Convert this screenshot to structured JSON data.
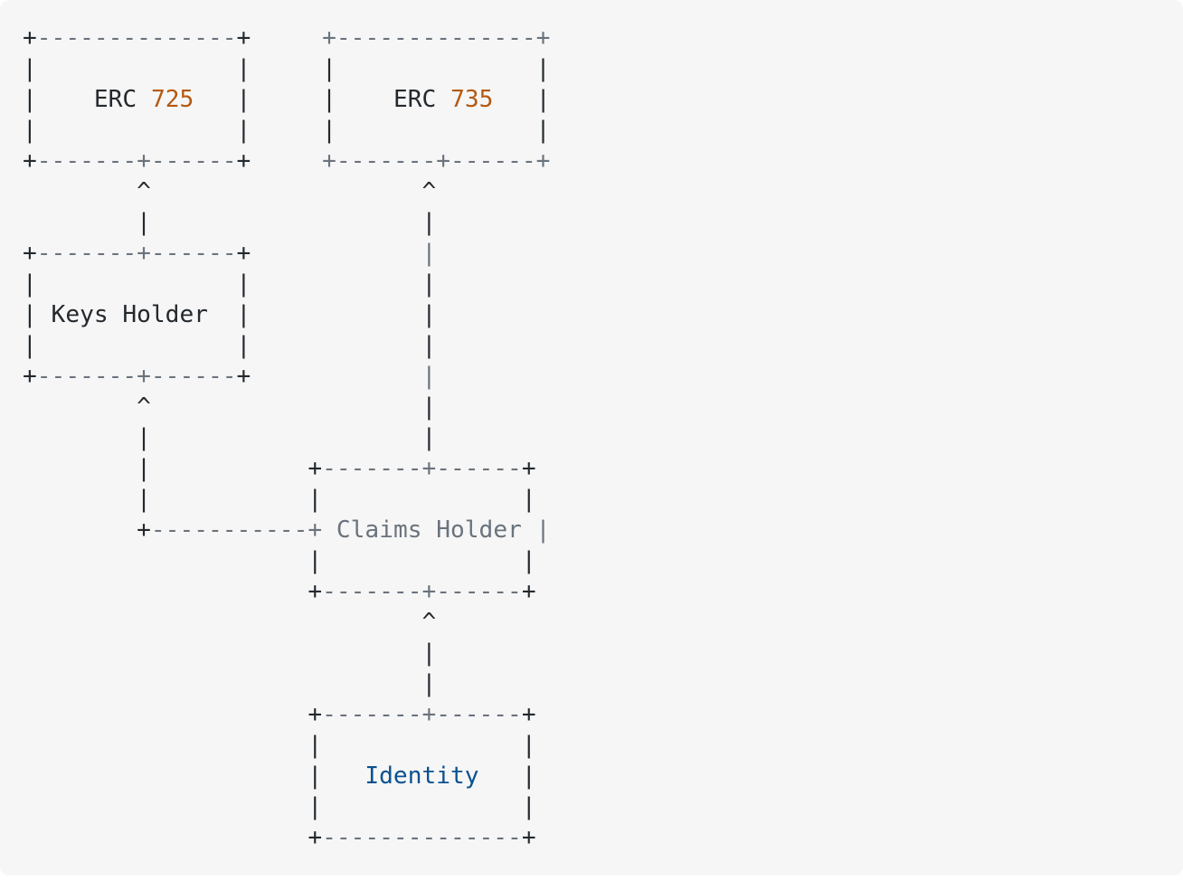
{
  "diagram": {
    "nodes": {
      "erc725": {
        "word": "ERC",
        "number": "725"
      },
      "erc735": {
        "word": "ERC",
        "number": "735"
      },
      "keys_holder": {
        "label": "Keys Holder"
      },
      "claims_holder": {
        "label": "Claims Holder"
      },
      "identity": {
        "label": "Identity"
      }
    },
    "edges": [
      {
        "from": "Keys Holder",
        "to": "ERC 725"
      },
      {
        "from": "Claims Holder",
        "to": "ERC 735"
      },
      {
        "from": "Claims Holder",
        "to": "Keys Holder"
      },
      {
        "from": "Identity",
        "to": "Claims Holder"
      }
    ],
    "colors": {
      "background": "#f6f6f6",
      "text": "#24292e",
      "muted": "#6a737d",
      "number": "#b35a12",
      "identity": "#0a5290"
    }
  }
}
